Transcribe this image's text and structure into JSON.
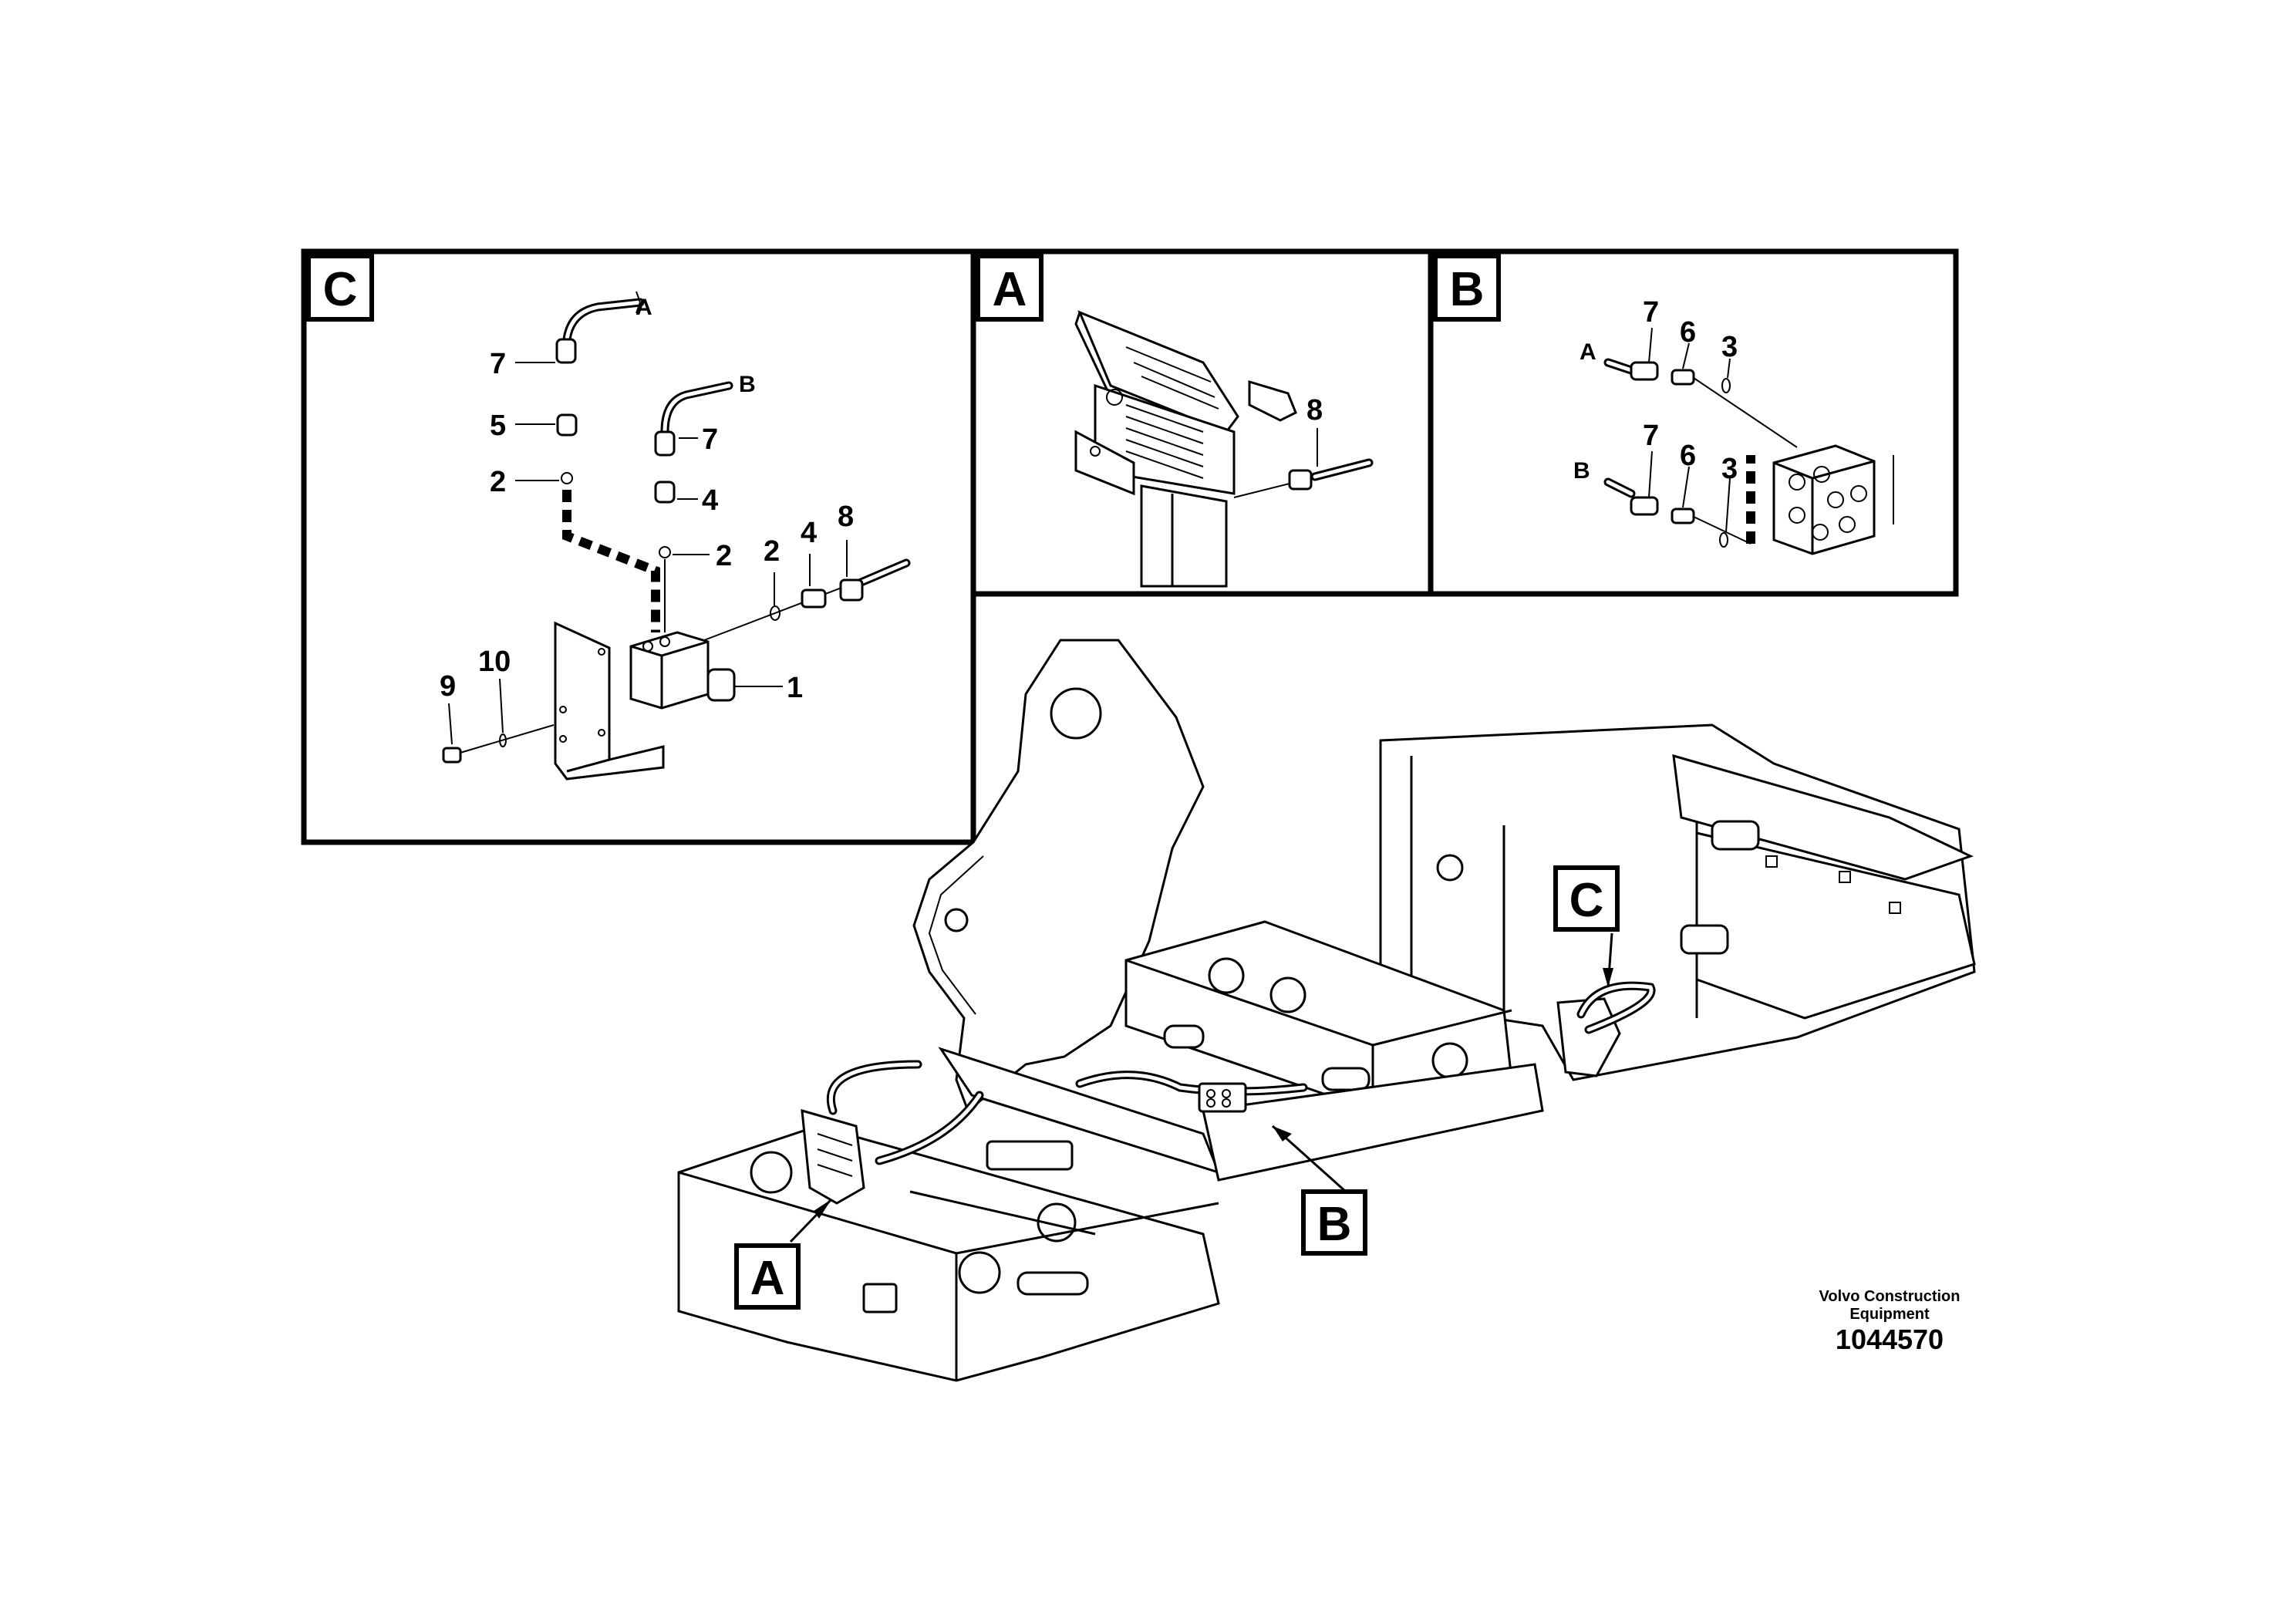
{
  "detail_panels": {
    "C": {
      "tag": "C",
      "callouts": [
        "7",
        "5",
        "2",
        "7",
        "4",
        "2",
        "2",
        "4",
        "8",
        "10",
        "9",
        "1"
      ],
      "hoses": [
        "A",
        "B"
      ]
    },
    "A": {
      "tag": "A",
      "callouts": [
        "8"
      ]
    },
    "B": {
      "tag": "B",
      "callouts": [
        "7",
        "6",
        "3",
        "7",
        "6",
        "3"
      ],
      "hoses": [
        "A",
        "B"
      ]
    }
  },
  "main_view": {
    "location_tags": [
      "C",
      "A",
      "B"
    ]
  },
  "footer": {
    "company_line1": "Volvo Construction",
    "company_line2": "Equipment",
    "drawing_number": "1044570"
  }
}
